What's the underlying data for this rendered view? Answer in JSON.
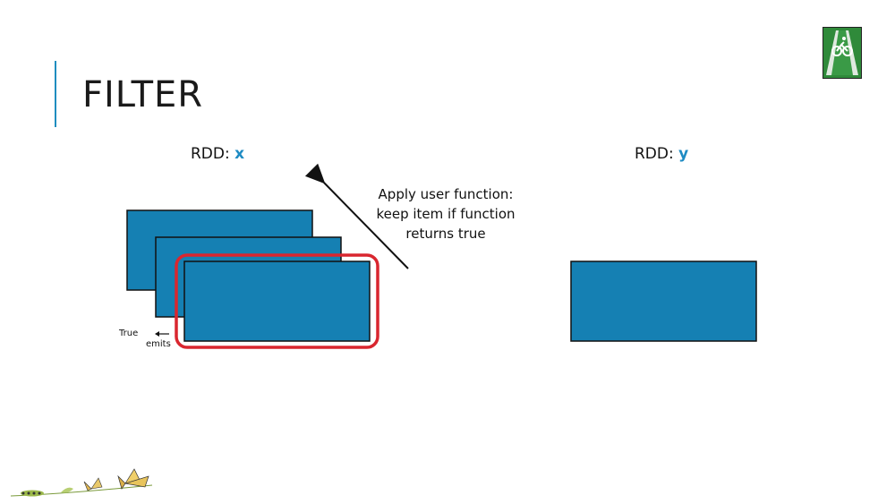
{
  "slide": {
    "title": "FILTER",
    "accent_color": "#1f8dbf"
  },
  "rdd_x": {
    "prefix": "RDD: ",
    "var": "x"
  },
  "rdd_y": {
    "prefix": "RDD: ",
    "var": "y"
  },
  "annotation": {
    "lines": [
      "Apply user function:",
      "keep item if function",
      "returns true"
    ]
  },
  "emit_labels": {
    "true_text": "True",
    "emits_text": "emits"
  },
  "colors": {
    "partition_fill": "#1580b3",
    "highlight_stroke": "#d9262f",
    "var_color": "#1e8bc3"
  },
  "icons": {
    "logo": "bike-lane-sign-icon",
    "arrow": "up-left-arrow",
    "emit_arrow": "left-arrow",
    "decoration": "caterpillar-to-butterfly-icon"
  }
}
